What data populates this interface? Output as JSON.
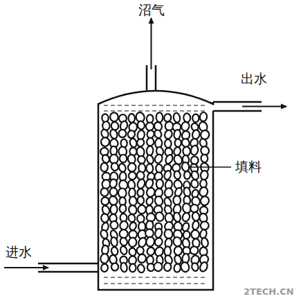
{
  "diagram": {
    "labels": [
      "沼气",
      "出水",
      "填料",
      "进水",
      "2TECH.CN"
    ]
  }
}
